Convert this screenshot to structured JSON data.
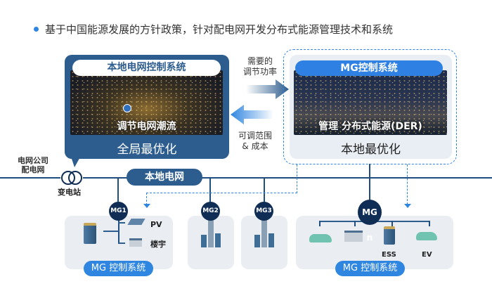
{
  "headline": "基于中国能源发展的方针政策，针对配电网开发分布式能源管理技术和系统",
  "global_box": {
    "header": "本地电网控制系统",
    "caption": "调节电网潮流",
    "footer": "全局最优化"
  },
  "local_box": {
    "header": "MG控制系统",
    "caption": "管理 分布式能源(DER)",
    "footer": "本地最优化"
  },
  "arrow_right_label": [
    "需要的",
    "调节功率"
  ],
  "arrow_left_label": [
    "可调范围",
    "& 成本"
  ],
  "grid": {
    "utility_label": [
      "电网公司",
      "配电网"
    ],
    "substation": "变电站",
    "local_grid": "本地电网"
  },
  "microgrids": [
    {
      "name": "MG1",
      "items": [
        "PV",
        "楼宇"
      ],
      "control": "MG 控制系统"
    },
    {
      "name": "MG2"
    },
    {
      "name": "MG3"
    },
    {
      "name": "MG n",
      "items": [
        "ESS",
        "EV"
      ],
      "control": "MG 控制系统"
    }
  ],
  "colors": {
    "dark_blue": "#2d5d8e",
    "accent": "#2f86e0",
    "navy": "#102e55"
  }
}
